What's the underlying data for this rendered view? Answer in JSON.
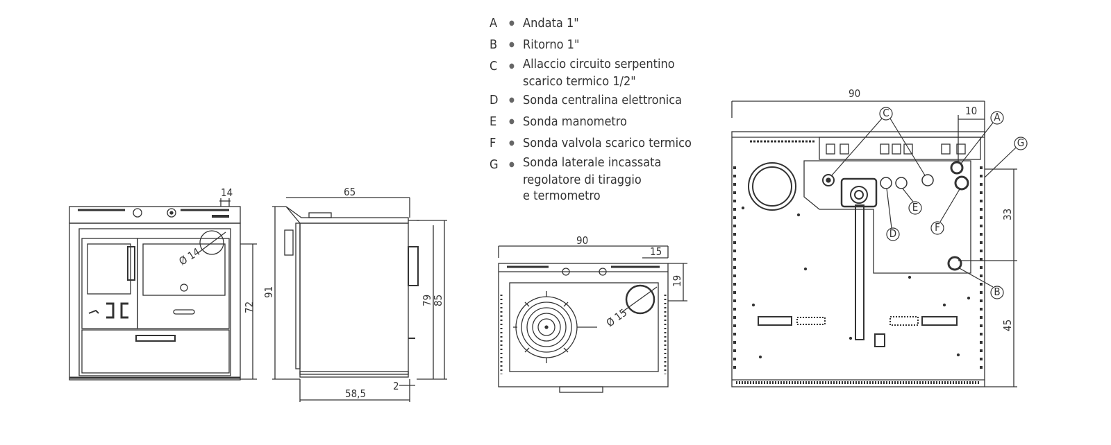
{
  "legend": [
    {
      "letter": "A",
      "lines": [
        "Andata 1\""
      ]
    },
    {
      "letter": "B",
      "lines": [
        "Ritorno 1\""
      ]
    },
    {
      "letter": "C",
      "lines": [
        "Allaccio circuito serpentino",
        "scarico termico 1/2\""
      ]
    },
    {
      "letter": "D",
      "lines": [
        "Sonda centralina elettronica"
      ]
    },
    {
      "letter": "E",
      "lines": [
        "Sonda manometro"
      ]
    },
    {
      "letter": "F",
      "lines": [
        "Sonda valvola scarico termico"
      ]
    },
    {
      "letter": "G",
      "lines": [
        "Sonda laterale incassata",
        "regolatore di tiraggio",
        "e termometro"
      ]
    }
  ],
  "front_view": {
    "dim_top": "14",
    "dim_height": "72",
    "dim_diam": "Ø 14"
  },
  "side_view": {
    "dim_top": "65",
    "dim_total": "91",
    "dim_79": "79",
    "dim_85": "85",
    "dim_bottom": "58,5",
    "dim_2": "2"
  },
  "top_view": {
    "dim_width": "90",
    "dim_15": "15",
    "dim_19": "19",
    "dim_diam": "Ø 15"
  },
  "rear_view": {
    "dim_width": "90",
    "dim_10": "10",
    "dim_33": "33",
    "dim_45": "45",
    "labels": [
      "C",
      "A",
      "G",
      "E",
      "D",
      "F",
      "B"
    ]
  }
}
